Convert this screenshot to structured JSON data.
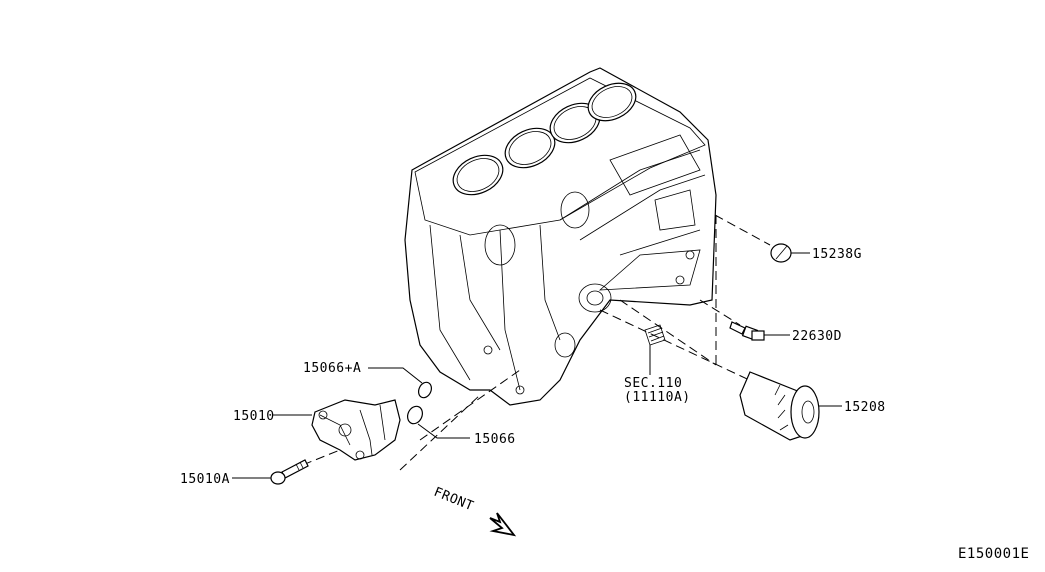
{
  "diagram": {
    "title_code": "E150001E",
    "front_label": "FRONT",
    "parts": [
      {
        "id": "15238G",
        "label": "15238G",
        "name": "oil-pressure-plug"
      },
      {
        "id": "22630D",
        "label": "22630D",
        "name": "oil-pressure-switch"
      },
      {
        "id": "15208",
        "label": "15208",
        "name": "oil-filter"
      },
      {
        "id": "15066+A",
        "label": "15066+A",
        "name": "o-ring-a"
      },
      {
        "id": "15010",
        "label": "15010",
        "name": "oil-pump"
      },
      {
        "id": "15066",
        "label": "15066",
        "name": "o-ring"
      },
      {
        "id": "15010A",
        "label": "15010A",
        "name": "oil-pump-bolt"
      }
    ],
    "section_ref": {
      "line1": "SEC.110",
      "line2": "(11110A)"
    }
  }
}
